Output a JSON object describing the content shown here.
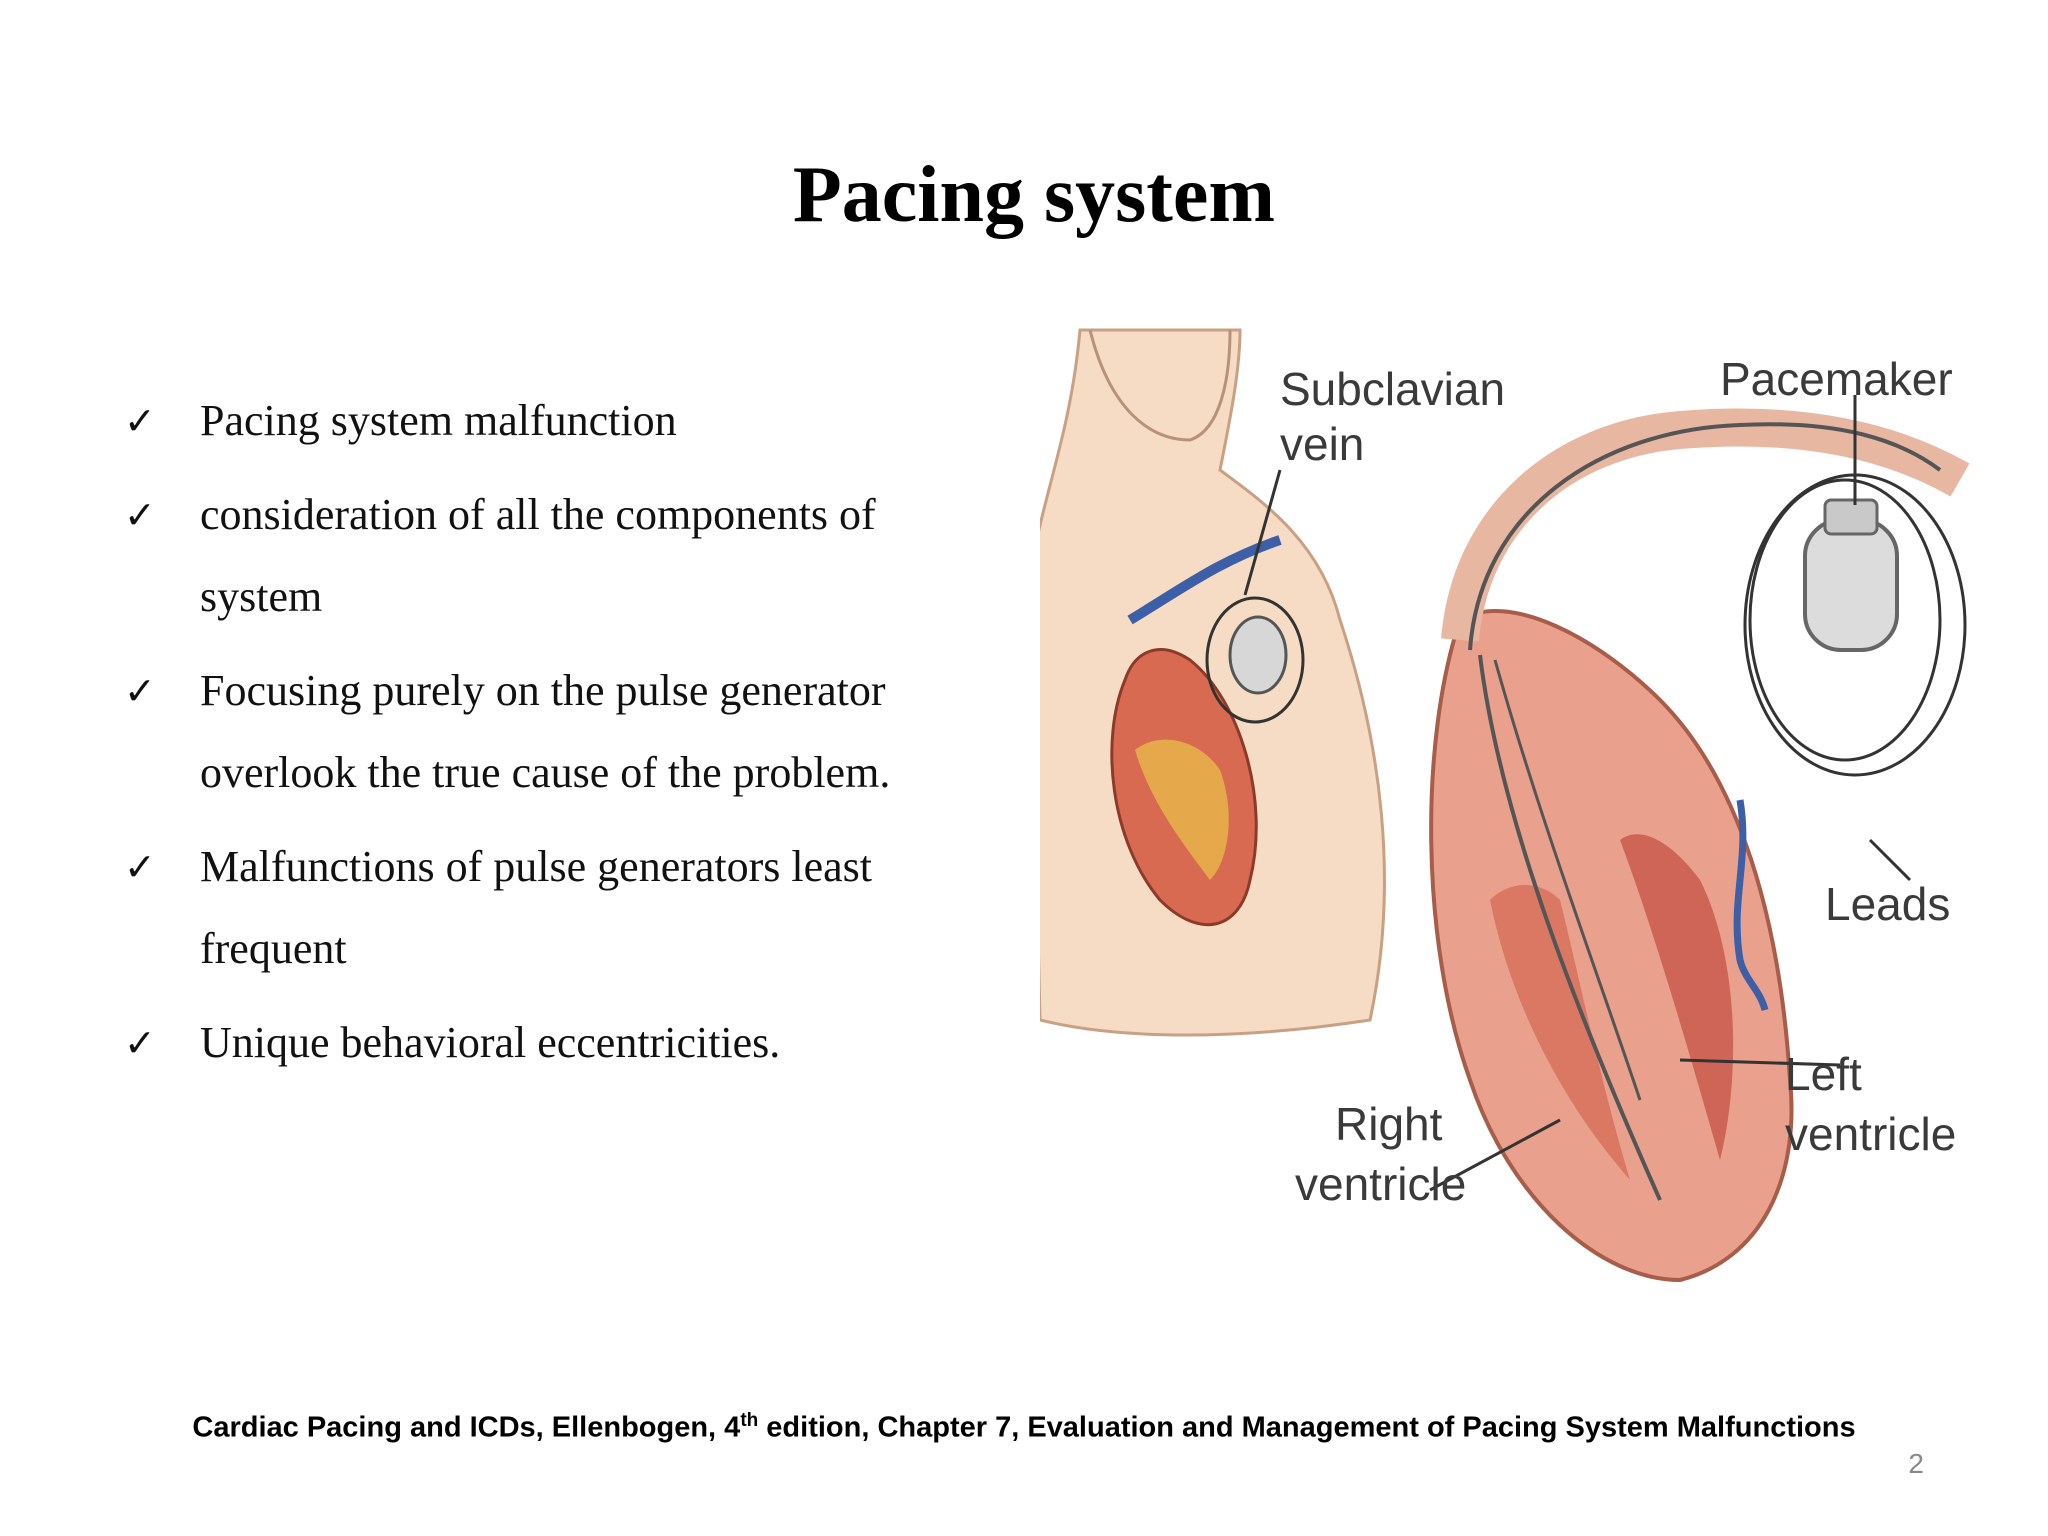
{
  "slide": {
    "title": "Pacing system",
    "bullets": [
      "Pacing system malfunction",
      "consideration of all the components of system",
      "Focusing purely on the pulse generator overlook the true cause of the problem.",
      "Malfunctions of pulse generators least frequent",
      "Unique behavioral eccentricities."
    ],
    "check_glyph": "✓",
    "figure_labels": {
      "subclavian_line1": "Subclavian",
      "subclavian_line2": "vein",
      "pacemaker": "Pacemaker",
      "leads": "Leads",
      "left_line1": "Left",
      "left_line2": "ventricle",
      "right_line1": "Right",
      "right_line2": "ventricle"
    },
    "caption": {
      "before_sup": "Cardiac Pacing and ICDs, Ellenbogen, 4",
      "sup": "th",
      "after_sup": " edition, Chapter 7, Evaluation and Management of Pacing System Malfunctions"
    },
    "page_number": "2"
  }
}
